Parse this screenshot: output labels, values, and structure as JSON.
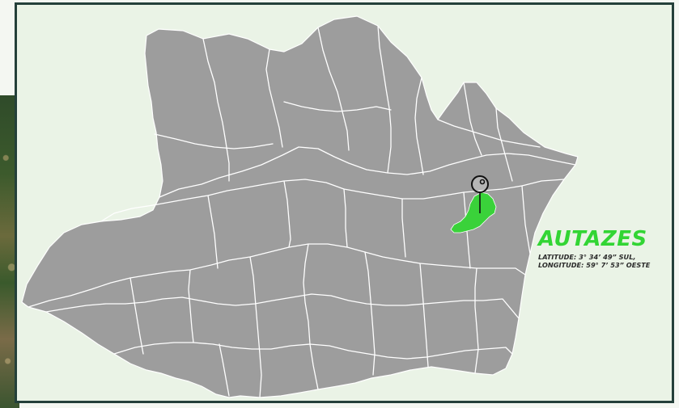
{
  "map": {
    "municipality_name": "AUTAZES",
    "latitude_text": "LATITUDE: 3° 34’ 49” SUL,",
    "longitude_text": "LONGITUDE: 59° 7’ 53” OESTE",
    "colors": {
      "state_fill": "#9d9d9d",
      "highlight": "#3ad23a",
      "title": "#32d534",
      "frame_border": "#24403a",
      "background": "#eaf3e6"
    },
    "icons": [
      "location-pin-icon"
    ]
  }
}
